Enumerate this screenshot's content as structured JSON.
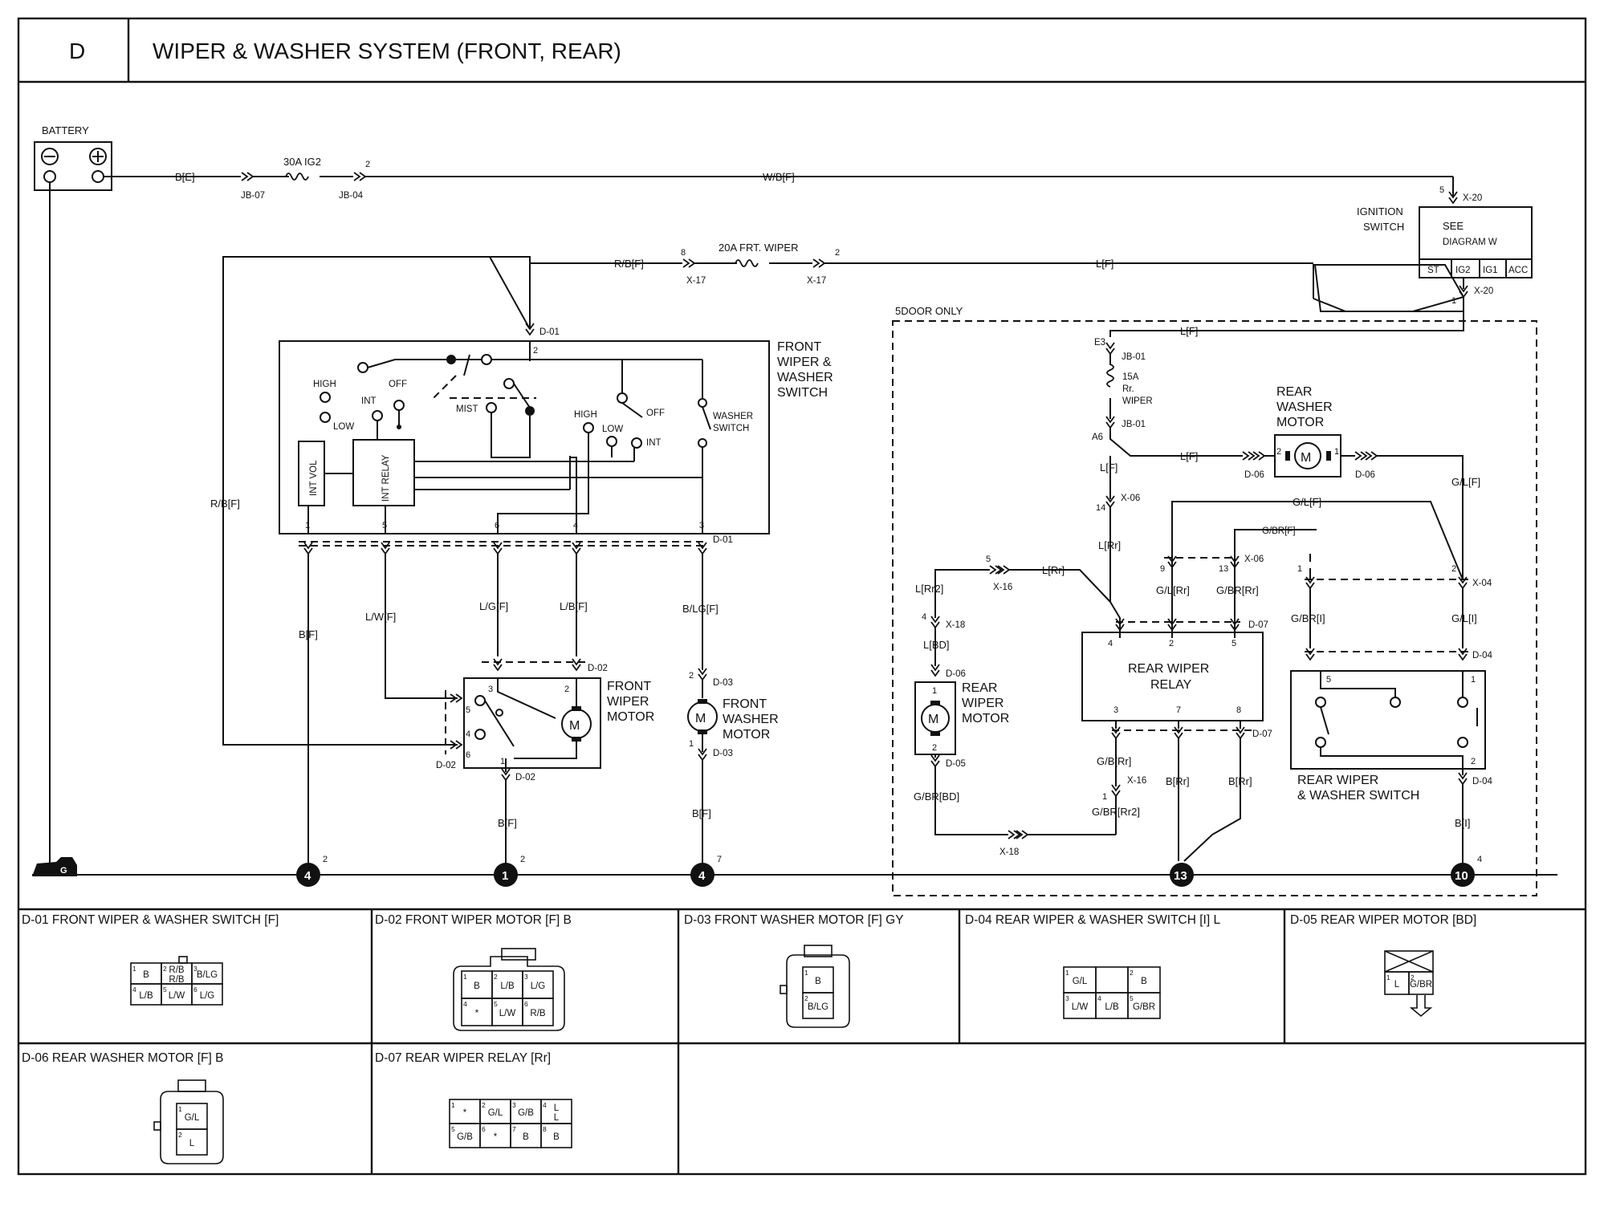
{
  "header": {
    "section": "D",
    "title": "WIPER & WASHER SYSTEM (FRONT, REAR)"
  },
  "power": {
    "battery": "BATTERY",
    "wire_battery": "B[E]",
    "fuse_ig2": "30A IG2",
    "jb07": "JB-07",
    "jb04": "JB-04",
    "pin2": "2",
    "wire_wbf": "W/B[F]",
    "ign_pin5": "5",
    "ign_x20": "X-20",
    "ign_switch": [
      "IGNITION",
      "SWITCH"
    ],
    "see_diagram": [
      "SEE",
      "DIAGRAM W"
    ],
    "ign_positions": [
      "ST",
      "IG2",
      "IG1",
      "ACC"
    ],
    "ign_pin1": "1",
    "ign_x20b": "X-20",
    "wire_rbf": "R/B[F]",
    "x17a_pin": "8",
    "x17a": "X-17",
    "fuse_frt": "20A FRT. WIPER",
    "x17b_pin": "2",
    "x17b": "X-17",
    "wire_lf": "L[F]"
  },
  "front_switch": {
    "d01_top": "D-01",
    "pin_top": "2",
    "title": [
      "FRONT",
      "WIPER &",
      "WASHER",
      "SWITCH"
    ],
    "high": "HIGH",
    "off": "OFF",
    "int": "INT",
    "low": "LOW",
    "mist": "MIST",
    "high2": "HIGH",
    "low2": "LOW",
    "off2": "OFF",
    "int2": "INT",
    "washer_switch": [
      "WASHER",
      "SWITCH"
    ],
    "int_vol": "INT VOL",
    "int_relay": "INT RELAY",
    "bottom_pins": [
      "1",
      "5",
      "6",
      "4",
      "3"
    ],
    "d01_bottom": "D-01"
  },
  "front_wires": {
    "rbf_left": "R/B[F]",
    "bf": "B[F]",
    "lwf": "L/W[F]",
    "lgf": "L/G[F]",
    "lbf": "L/B[F]",
    "blgf": "B/LG[F]",
    "bf_motor": "B[F]",
    "bf_washer": "B[F]"
  },
  "front_motor": {
    "title": [
      "FRONT",
      "WIPER",
      "MOTOR"
    ],
    "d02": "D-02",
    "d02_left": "D-02",
    "d02_bottom": "D-02",
    "pins": [
      "3",
      "2",
      "5",
      "4",
      "6",
      "1"
    ],
    "m": "M"
  },
  "front_washer": {
    "title": [
      "FRONT",
      "WASHER",
      "MOTOR"
    ],
    "d03_top": "D-03",
    "d03_bottom": "D-03",
    "pin2": "2",
    "pin1": "1",
    "m": "M"
  },
  "rear": {
    "five_door": "5DOOR ONLY",
    "lf_top": "L[F]",
    "e3": "E3",
    "jb01a": "JB-01",
    "fuse": [
      "15A",
      "Rr.",
      "WIPER"
    ],
    "jb01b": "JB-01",
    "a6": "A6",
    "lf_washer": "L[F]",
    "d06_left": "D-06",
    "d06_right": "D-06",
    "washer_title": [
      "REAR",
      "WASHER",
      "MOTOR"
    ],
    "washer_pin2": "2",
    "washer_pin1": "1",
    "m": "M",
    "glf_right": "G/L[F]",
    "lf_down": "L[F]",
    "x06_pin": "14",
    "x06": "X-06",
    "lrr": "L[Rr]",
    "glf_top": "G/L[F]",
    "gbrf": "G/BR[F]",
    "x06b_pin9": "9",
    "x06b_pin13": "13",
    "x06b": "X-06",
    "glrr": "G/L[Rr]",
    "gbrrr": "G/BR[Rr]",
    "d07_top": "D-07",
    "x16_pin": "5",
    "lrr_left": "L[Rr]",
    "x16": "X-16",
    "lrr2": "L[Rr2]",
    "x18_pin": "4",
    "x18": "X-18",
    "lbd": "L[BD]",
    "d06_motor": "D-06",
    "rear_motor_title": [
      "REAR",
      "WIPER",
      "MOTOR"
    ],
    "motor_pin1": "1",
    "motor_pin2": "2",
    "d05": "D-05",
    "gbrbd": "G/BR[BD]",
    "x18b": "X-18",
    "relay_title": [
      "REAR WIPER",
      "RELAY"
    ],
    "relay_top_pins": [
      "4",
      "2",
      "5"
    ],
    "relay_bottom_pins": [
      "3",
      "7",
      "8"
    ],
    "d07_bottom": "D-07",
    "gbrrr_low": "G/B[Rr]",
    "x16b_pin": "1",
    "x16b": "X-16",
    "brr1": "B[Rr]",
    "brr2": "B[Rr]",
    "gbrrr2": "G/BR[Rr2]",
    "x04_pin1": "1",
    "x04_pin2": "2",
    "x04": "X-04",
    "gbri": "G/BR[I]",
    "gli": "G/L[I]",
    "d04_top": "D-04",
    "sw_pins": [
      "5",
      "1",
      "2"
    ],
    "switch_title": [
      "REAR WIPER",
      "& WASHER SWITCH"
    ],
    "d04_bottom": "D-04",
    "bi": "B[I]"
  },
  "grounds": [
    {
      "id": "G",
      "sup": ""
    },
    {
      "id": "4",
      "sup": "2"
    },
    {
      "id": "1",
      "sup": "2"
    },
    {
      "id": "4",
      "sup": "7"
    },
    {
      "id": "13",
      "sup": ""
    },
    {
      "id": "10",
      "sup": "4"
    }
  ],
  "connectors": [
    {
      "title": "D-01 FRONT WIPER & WASHER SWITCH [F]",
      "rows": [
        [
          {
            "n": "1",
            "t": "B"
          },
          {
            "n": "2",
            "t": "R/B\nR/B"
          },
          {
            "n": "3",
            "t": "B/LG"
          }
        ],
        [
          {
            "n": "4",
            "t": "L/B"
          },
          {
            "n": "5",
            "t": "L/W"
          },
          {
            "n": "6",
            "t": "L/G"
          }
        ]
      ]
    },
    {
      "title": "D-02 FRONT WIPER MOTOR [F] B",
      "rows": [
        [
          {
            "n": "1",
            "t": "B"
          },
          {
            "n": "2",
            "t": "L/B"
          },
          {
            "n": "3",
            "t": "L/G"
          }
        ],
        [
          {
            "n": "4",
            "t": "*"
          },
          {
            "n": "5",
            "t": "L/W"
          },
          {
            "n": "6",
            "t": "R/B"
          }
        ]
      ]
    },
    {
      "title": "D-03 FRONT WASHER MOTOR [F] GY",
      "rows": [
        [
          {
            "n": "1",
            "t": "B"
          }
        ],
        [
          {
            "n": "2",
            "t": "B/LG"
          }
        ]
      ]
    },
    {
      "title": "D-04 REAR WIPER & WASHER SWITCH [I] L",
      "rows": [
        [
          {
            "n": "1",
            "t": "G/L"
          },
          {
            "n": "",
            "t": ""
          },
          {
            "n": "2",
            "t": "B"
          }
        ],
        [
          {
            "n": "3",
            "t": "L/W"
          },
          {
            "n": "4",
            "t": "L/B"
          },
          {
            "n": "5",
            "t": "G/BR"
          }
        ]
      ]
    },
    {
      "title": "D-05 REAR WIPER MOTOR [BD]",
      "rows": [
        [
          {
            "n": "1",
            "t": "L"
          },
          {
            "n": "2",
            "t": "G/BR"
          }
        ]
      ]
    },
    {
      "title": "D-06 REAR WASHER MOTOR [F] B",
      "rows": [
        [
          {
            "n": "1",
            "t": "G/L"
          }
        ],
        [
          {
            "n": "2",
            "t": "L"
          }
        ]
      ]
    },
    {
      "title": "D-07 REAR WIPER RELAY [Rr]",
      "rows": [
        [
          {
            "n": "1",
            "t": "*"
          },
          {
            "n": "2",
            "t": "G/L"
          },
          {
            "n": "3",
            "t": "G/B"
          },
          {
            "n": "4",
            "t": "L\nL"
          }
        ],
        [
          {
            "n": "5",
            "t": "G/B"
          },
          {
            "n": "6",
            "t": "*"
          },
          {
            "n": "7",
            "t": "B"
          },
          {
            "n": "8",
            "t": "B"
          }
        ]
      ]
    }
  ]
}
